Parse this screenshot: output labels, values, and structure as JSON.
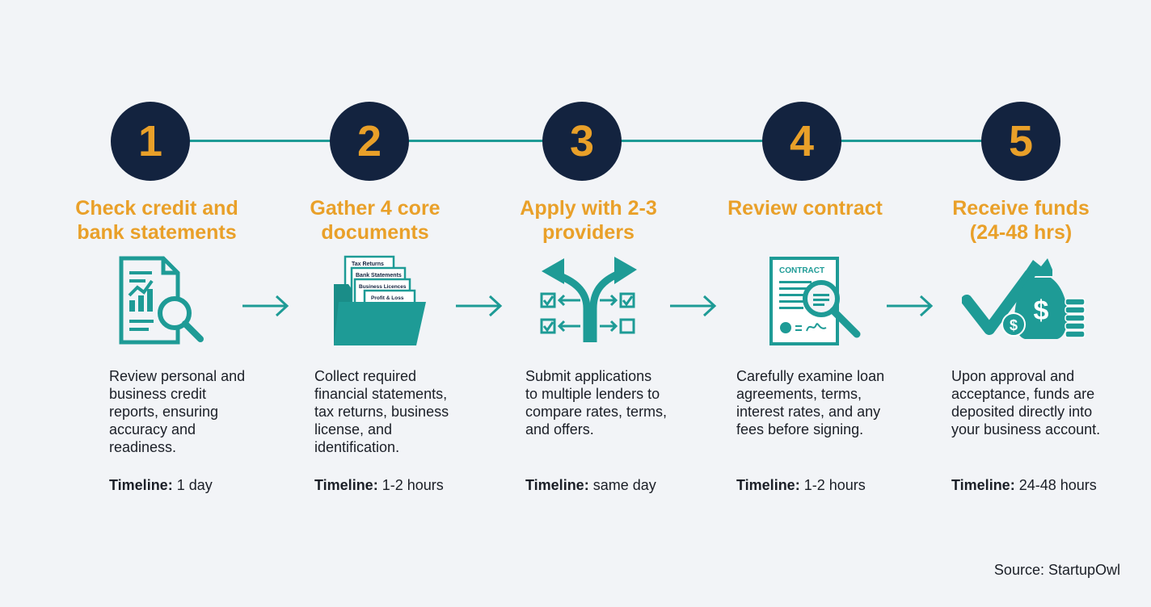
{
  "colors": {
    "accent": "#e9a029",
    "teal": "#1e9b96",
    "navy": "#13233f",
    "background": "#f2f4f7"
  },
  "steps": [
    {
      "number": "1",
      "title_line1": "Check credit and",
      "title_line2": "bank statements",
      "icon": "credit-report-magnifier-icon",
      "desc_lines": [
        "Review personal and",
        "business credit",
        "reports, ensuring",
        "accuracy and",
        "readiness."
      ],
      "timeline_label": "Timeline:",
      "timeline_value": "1 day"
    },
    {
      "number": "2",
      "title_line1": "Gather 4 core",
      "title_line2": "documents",
      "icon": "document-folder-icon",
      "folder_tabs": [
        "Tax Returns",
        "Bank Statements",
        "Business Licences",
        "Profit & Loss"
      ],
      "desc_lines": [
        "Collect required",
        "financial statements,",
        "tax returns, business",
        "license, and",
        "identification."
      ],
      "timeline_label": "Timeline:",
      "timeline_value": "1-2 hours"
    },
    {
      "number": "3",
      "title_line1": "Apply with 2-3",
      "title_line2": "providers",
      "icon": "branching-arrows-checklist-icon",
      "desc_lines": [
        "Submit applications",
        "to multiple lenders to",
        "compare rates, terms,",
        "and offers."
      ],
      "timeline_label": "Timeline:",
      "timeline_value": "same day"
    },
    {
      "number": "4",
      "title_line1": "Review contract",
      "title_line2": "",
      "icon": "contract-magnifier-icon",
      "contract_label": "CONTRACT",
      "desc_lines": [
        "Carefully examine loan",
        "agreements, terms,",
        "interest rates, and any",
        "fees before signing."
      ],
      "timeline_label": "Timeline:",
      "timeline_value": "1-2 hours"
    },
    {
      "number": "5",
      "title_line1": "Receive funds",
      "title_line2": "(24-48 hrs)",
      "icon": "money-bag-check-icon",
      "desc_lines": [
        "Upon approval and",
        "acceptance, funds are",
        "deposited directly into",
        "your business account."
      ],
      "timeline_label": "Timeline:",
      "timeline_value": "24-48 hours"
    }
  ],
  "source": "Source: StartupOwl"
}
